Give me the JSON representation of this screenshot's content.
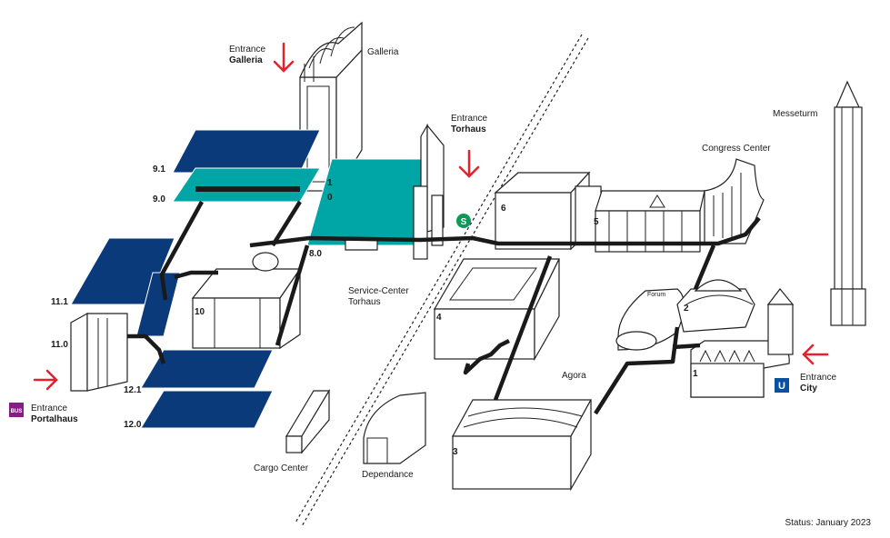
{
  "colors": {
    "hall_dark": "#0a3a7a",
    "hall_teal": "#00a6a6",
    "arrow": "#e3222d",
    "bus": "#8a1a8a",
    "ubahn": "#0a4fa0",
    "sbahn": "#0a9a5a"
  },
  "entrances": {
    "galleria": {
      "line1": "Entrance",
      "line2": "Galleria"
    },
    "torhaus": {
      "line1": "Entrance",
      "line2": "Torhaus"
    },
    "portalhaus": {
      "line1": "Entrance",
      "line2": "Portalhaus"
    },
    "city": {
      "line1": "Entrance",
      "line2": "City"
    }
  },
  "buildings": {
    "galleria": "Galleria",
    "messeturm": "Messeturm",
    "congress_center": "Congress Center",
    "service_center_line1": "Service-Center",
    "service_center_line2": "Torhaus",
    "agora": "Agora",
    "forum": "Forum",
    "cargo_center": "Cargo Center",
    "dependance": "Dependance"
  },
  "halls": {
    "h9_1": "9.1",
    "h9_0": "9.0",
    "h8_0": "8.0",
    "h11_1": "11.1",
    "h11_0": "11.0",
    "h12_1": "12.1",
    "h12_0": "12.0",
    "h10": "10",
    "h6": "6",
    "h5": "5",
    "h4": "4",
    "h3": "3",
    "h2": "2",
    "h1": "1",
    "g1": "1",
    "g0": "0"
  },
  "transit": {
    "bus": "BUS",
    "ubahn": "U",
    "sbahn": "S"
  },
  "status": "Status: January 2023"
}
